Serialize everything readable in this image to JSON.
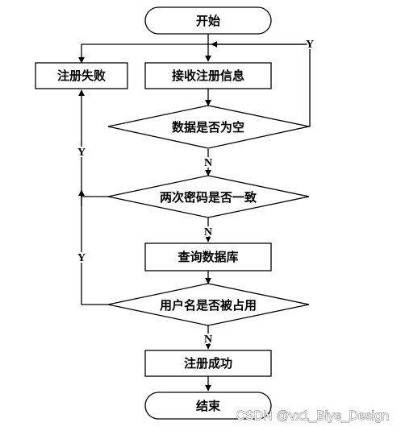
{
  "nodes": {
    "start": "开始",
    "receive": "接收注册信息",
    "check_empty": "数据是否为空",
    "check_password": "两次密码是否一致",
    "query_db": "查询数据库",
    "check_username": "用户名是否被占用",
    "success": "注册成功",
    "fail": "注册失败",
    "end": "结束"
  },
  "labels": {
    "yes": "Y",
    "no": "N"
  },
  "watermark": "CSDN @vx1_Biye_Design"
}
